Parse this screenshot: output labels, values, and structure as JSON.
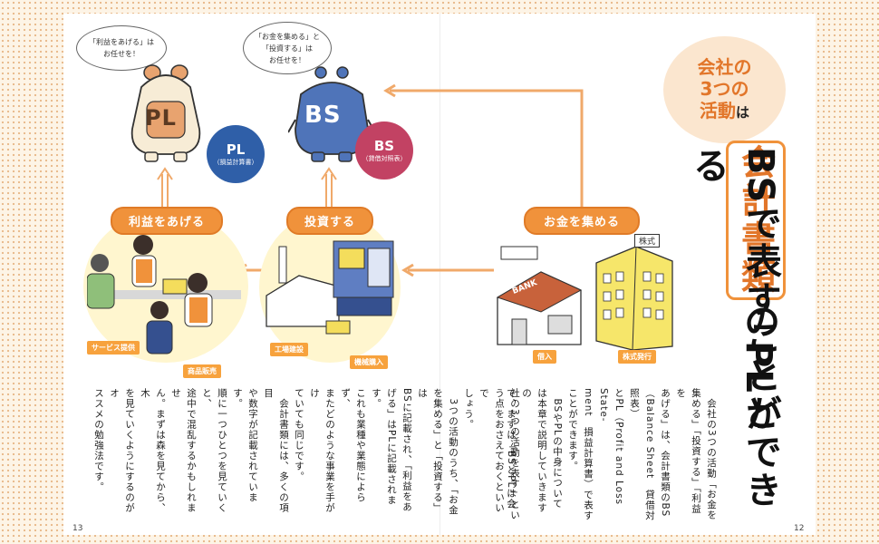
{
  "page_numbers": {
    "left": "13",
    "right": "12"
  },
  "bubbles": {
    "pl_line1": "「利益をあげる」は",
    "pl_line2": "お任せを！",
    "bs_line1": "「お金を集める」と",
    "bs_line2": "「投資する」は",
    "bs_line3": "お任せを！"
  },
  "characters": {
    "pl": "PL",
    "bs": "BS"
  },
  "circles": {
    "pl": {
      "title": "PL",
      "sub": "（損益計算書）",
      "color": "#2f5fa8"
    },
    "bs": {
      "title": "BS",
      "sub": "（貸借対照表）",
      "color": "#c24263"
    }
  },
  "activities": {
    "profit": "利益をあげる",
    "invest": "投資する",
    "raise": "お金を集める"
  },
  "tags": {
    "service": "サービス提供",
    "sales": "商品販売",
    "factory": "工場建設",
    "machine": "機械購入",
    "loan": "借入",
    "stock": "株式発行"
  },
  "illus": {
    "bank": "BANK",
    "stock_sign": "株式"
  },
  "badge": {
    "line1": "会社の",
    "line2": "3つの",
    "line3": "活動",
    "suffix": "は"
  },
  "headline": {
    "boxed": "会計書類",
    "col1": "のPLと",
    "col2": "BSで表すことができる"
  },
  "body_left": [
    "社の3つの活動を表す」とい",
    "う点をおさえておくといいで",
    "しょう。",
    "　3つの活動のうち、「お金",
    "を集める」と「投資する」は",
    "BSに記載され、「利益をあ",
    "げる」はPLに記載されます。",
    "これも業種や業態によらず、",
    "またどのような事業を手がけ",
    "ていても同じです。",
    "　会計書類には、多くの項目",
    "や数字が記載されています。",
    "順に一つひとつを見ていくと、",
    "途中で混乱するかもしれませ",
    "ん。まずは森を見てから、木",
    "を見ていくようにするのがオ",
    "ススメの勉強法です。"
  ],
  "body_right": [
    "　会社の3つの活動「お金を",
    "集める」「投資する」「利益を",
    "あげる」は、会計書類のBS",
    "（Balance Sheet　貸借対照表）",
    "とPL（Profit and Loss State-",
    "ment　損益計算書）で表す",
    "ことができます。",
    "　BSやPLの中身について",
    "は本章で説明していきますの",
    "で、まずは「BSとPLは会"
  ]
}
